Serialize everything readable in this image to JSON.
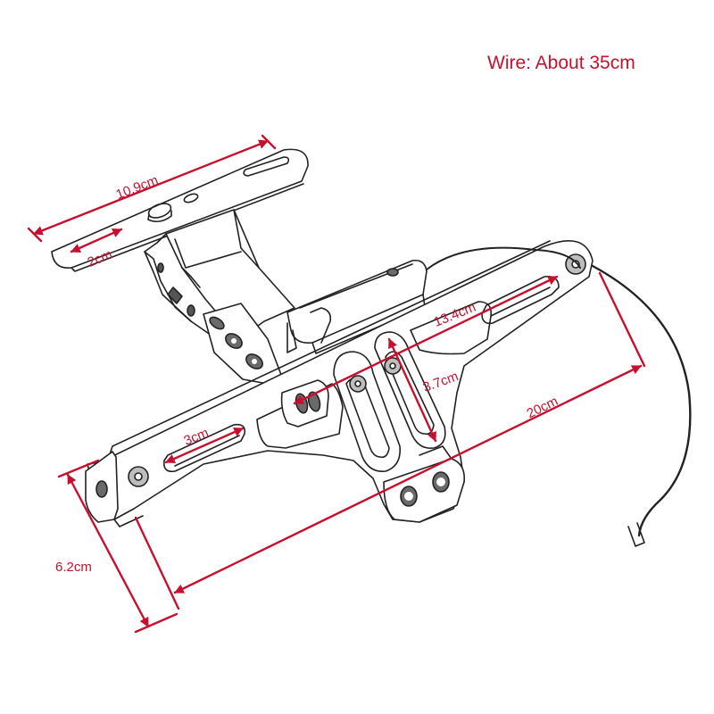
{
  "wire_note": "Wire: About 35cm",
  "colors": {
    "dimension": "#c8102e",
    "outline": "#222222",
    "background": "#ffffff",
    "hole_fill": "#6a6a6a",
    "bolt_fill": "#bdbdbd"
  },
  "dimensions": {
    "plate_width": "10.9cm",
    "plate_slot": "2cm",
    "upper_slot": "13.4cm",
    "vertical_slot": "3.7cm",
    "arm_length": "20cm",
    "left_slot": "3cm",
    "end_height": "6.2cm"
  }
}
